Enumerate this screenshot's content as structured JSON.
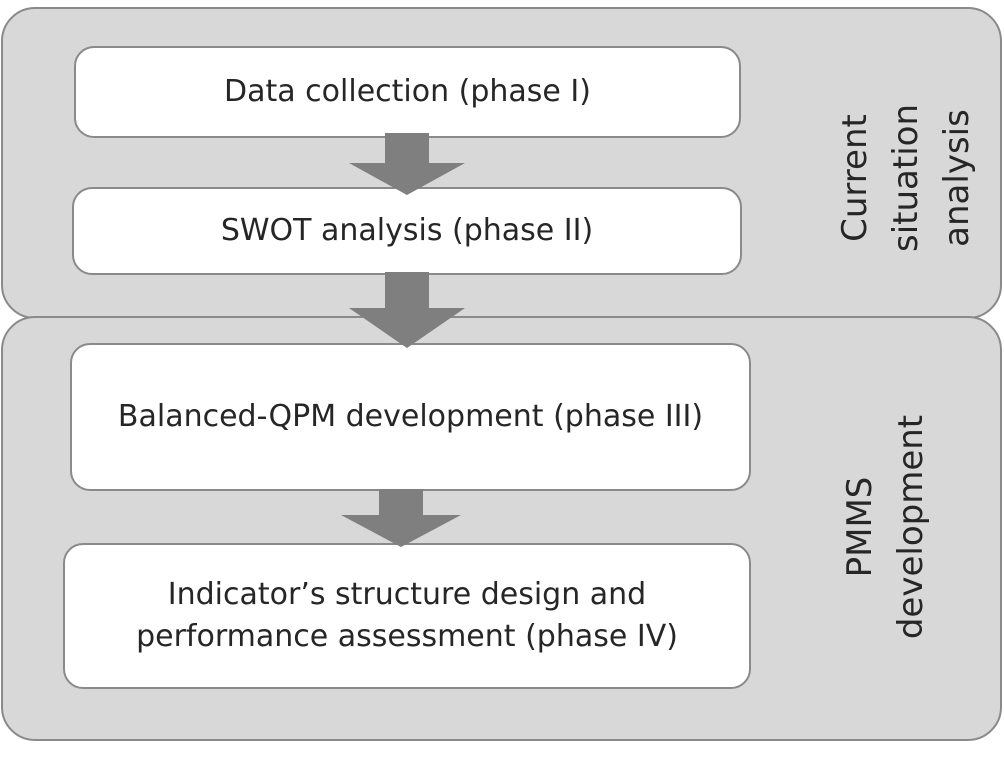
{
  "groups": {
    "current": {
      "label_lines": [
        "Current",
        "situation",
        "analysis"
      ]
    },
    "pmms": {
      "label_lines": [
        "PMMS",
        "development"
      ]
    }
  },
  "phases": [
    {
      "lines": [
        "Data collection (phase I)"
      ]
    },
    {
      "lines": [
        "SWOT analysis (phase II)"
      ]
    },
    {
      "lines": [
        "Balanced-QPM development (phase III)"
      ]
    },
    {
      "lines": [
        "Indicator’s structure design and",
        "performance assessment (phase IV)"
      ]
    }
  ],
  "colors": {
    "group_fill": "#d8d8d8",
    "box_fill": "#ffffff",
    "border": "#8a8a8a",
    "arrow": "#7f7f7f",
    "text": "#262626"
  }
}
